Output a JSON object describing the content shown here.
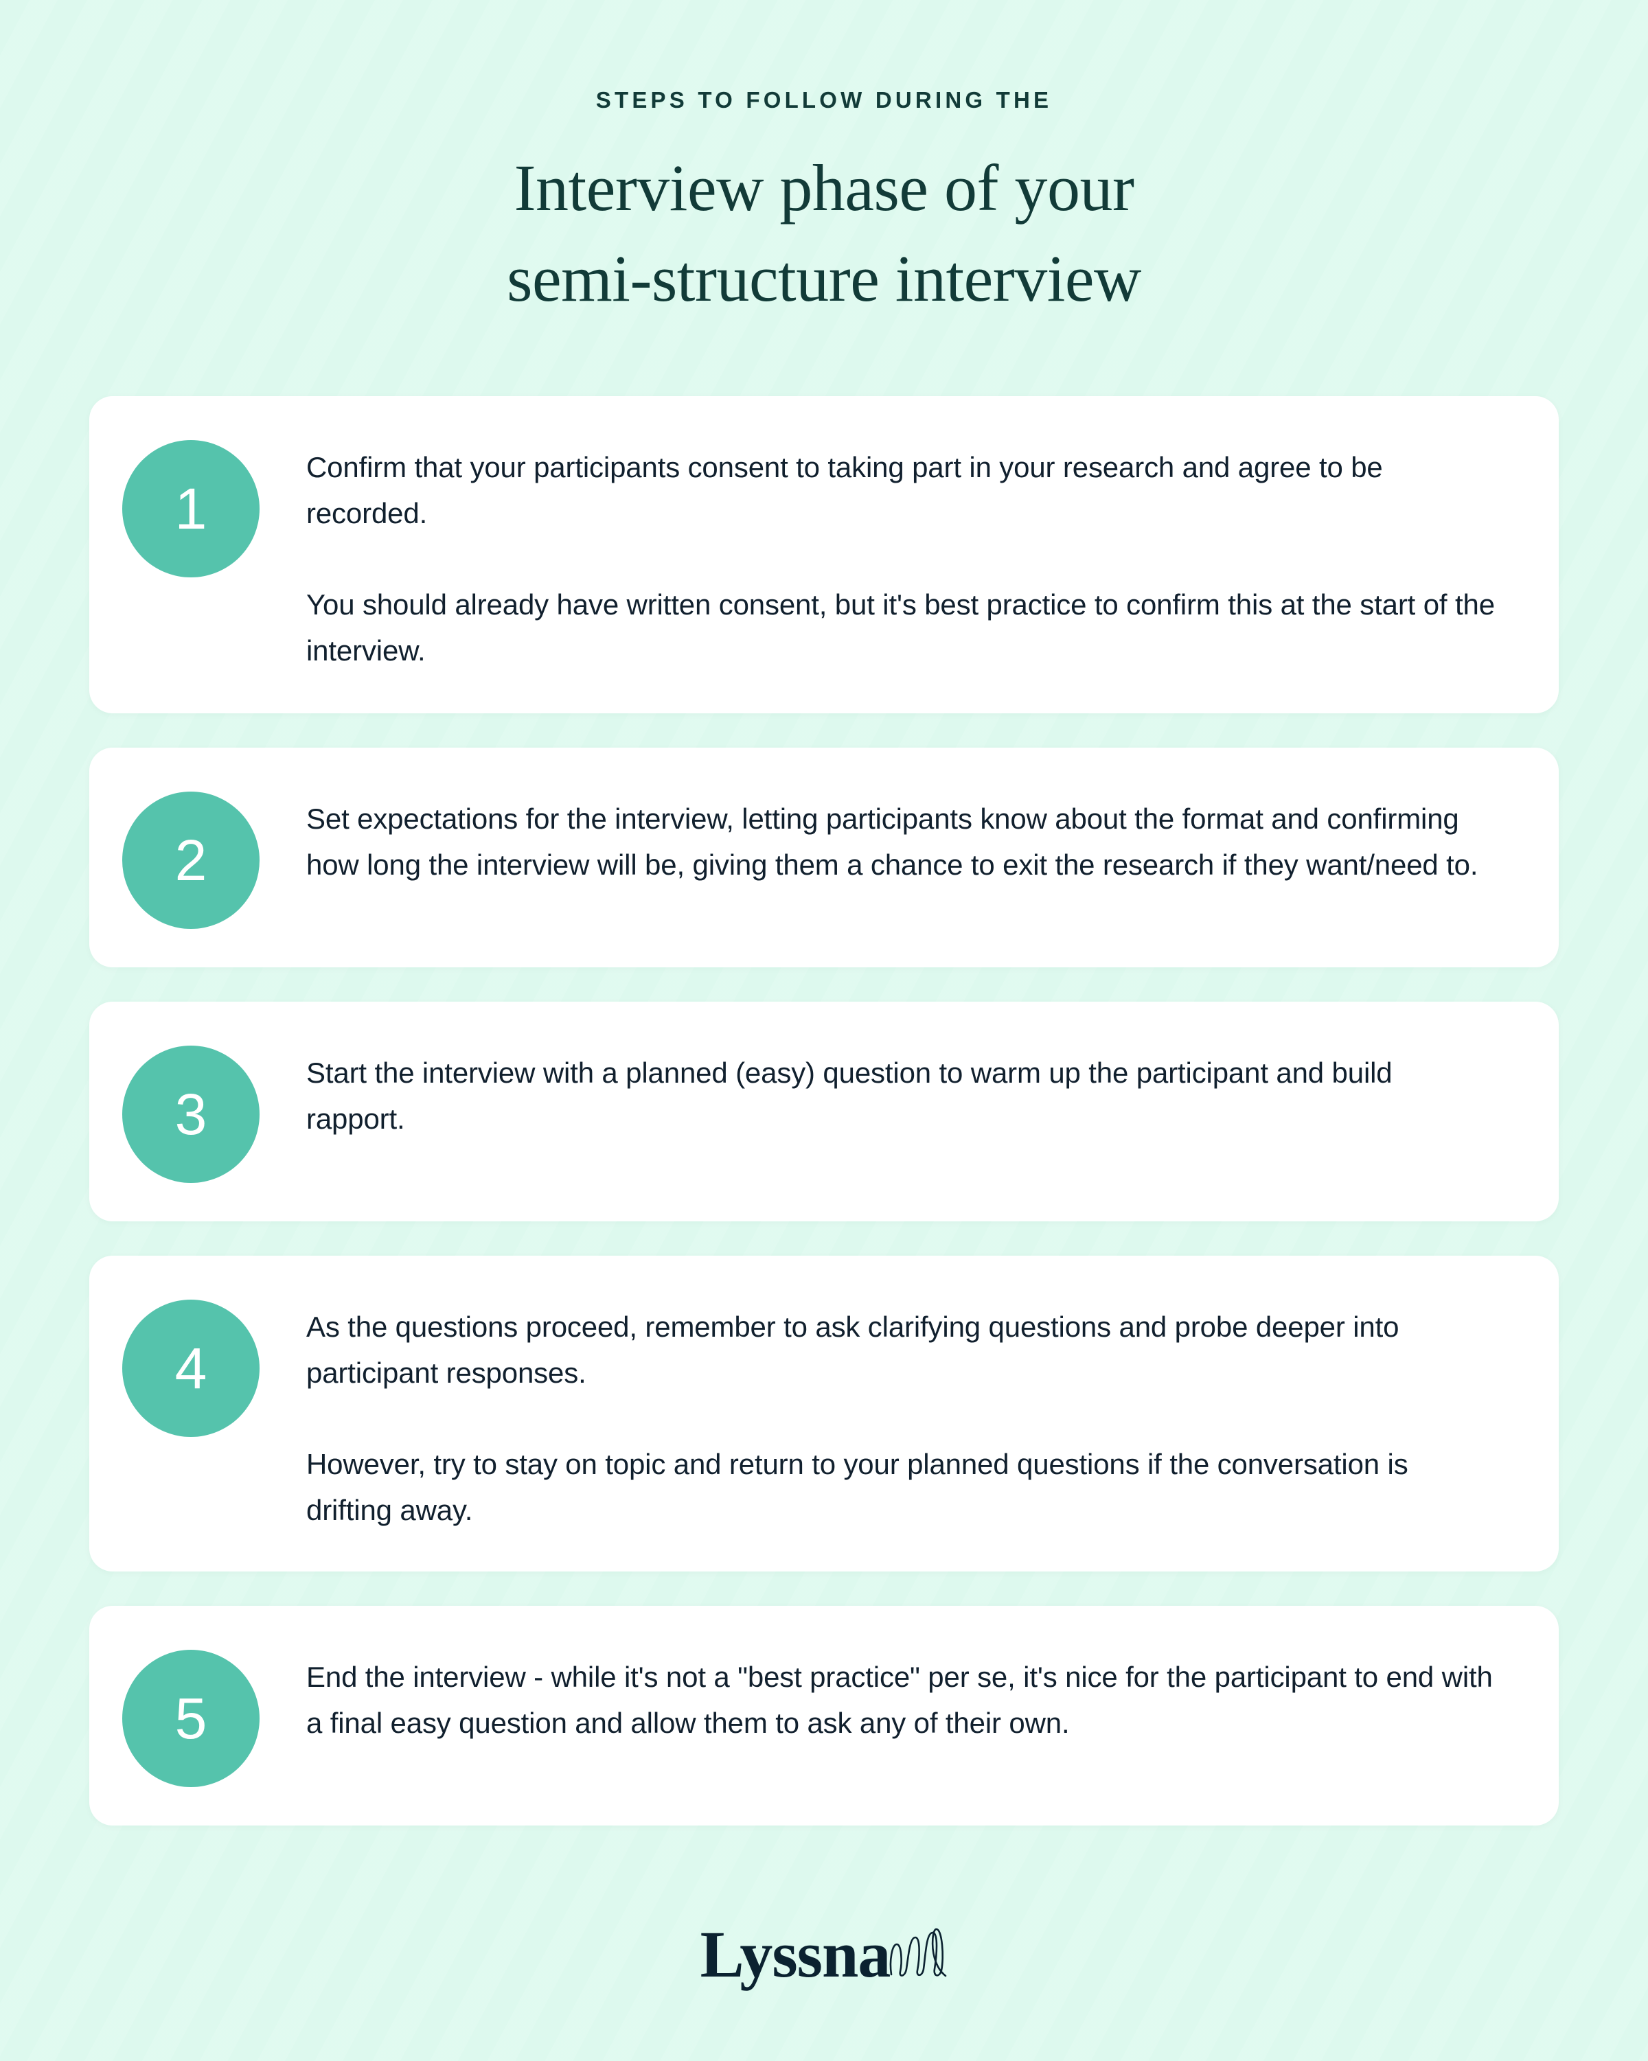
{
  "header": {
    "eyebrow": "STEPS TO FOLLOW DURING THE",
    "headline_line_1": "Interview phase of your",
    "headline_line_2": "semi-structure interview"
  },
  "steps": [
    {
      "number": "1",
      "paragraphs": [
        "Confirm that your participants consent to taking part in your research and agree to be recorded.",
        "You should already have written consent, but it's best practice to confirm this at the start of the interview."
      ]
    },
    {
      "number": "2",
      "paragraphs": [
        "Set expectations for the interview, letting participants know about the format and confirming how long the interview will be, giving them a chance to exit the research if they want/need to."
      ]
    },
    {
      "number": "3",
      "paragraphs": [
        "Start the interview with a planned (easy) question to warm up the participant and build rapport."
      ]
    },
    {
      "number": "4",
      "paragraphs": [
        "As the questions proceed, remember to ask clarifying questions and probe deeper into participant responses.",
        "However, try to stay on topic and return to your planned questions if the conversation is drifting away."
      ]
    },
    {
      "number": "5",
      "paragraphs": [
        "End the interview - while it's not a \"best practice\" per se, it's nice for the participant to end with a final easy question and allow them to ask any of their own."
      ]
    }
  ],
  "footer": {
    "logo_wordmark": "Lyssna",
    "logo_mark_name": "lyssna-squiggle-icon"
  },
  "colors": {
    "background": "#ddf9ee",
    "card_background": "#ffffff",
    "accent_teal": "#55C3AC",
    "heading_text": "#123B38",
    "body_text": "#11202E",
    "logo_text": "#0B2230"
  }
}
